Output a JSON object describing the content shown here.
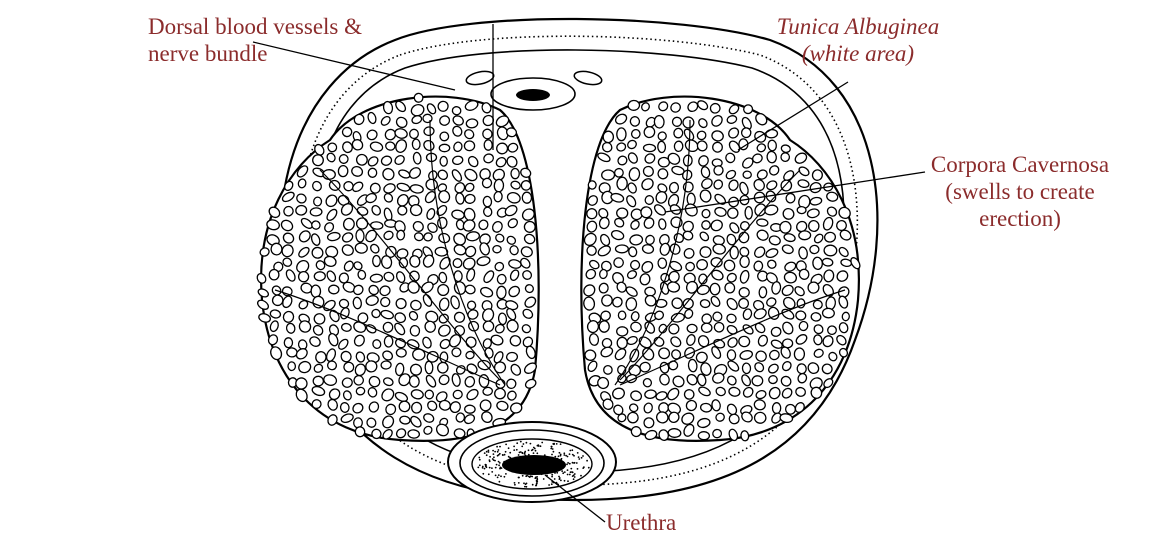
{
  "labels": {
    "dorsal": {
      "line1": "Dorsal blood vessels &",
      "line2": "nerve bundle"
    },
    "tunica": {
      "line1": "Tunica Albuginea",
      "line2": "(white area)"
    },
    "corpora": {
      "line1": "Corpora Cavernosa",
      "line2": "(swells to create",
      "line3": "erection)"
    },
    "urethra": {
      "line1": "Urethra"
    }
  },
  "colors": {
    "label_text": "#8b2c2c",
    "line": "#000000",
    "tissue_fill": "#ffffff"
  }
}
